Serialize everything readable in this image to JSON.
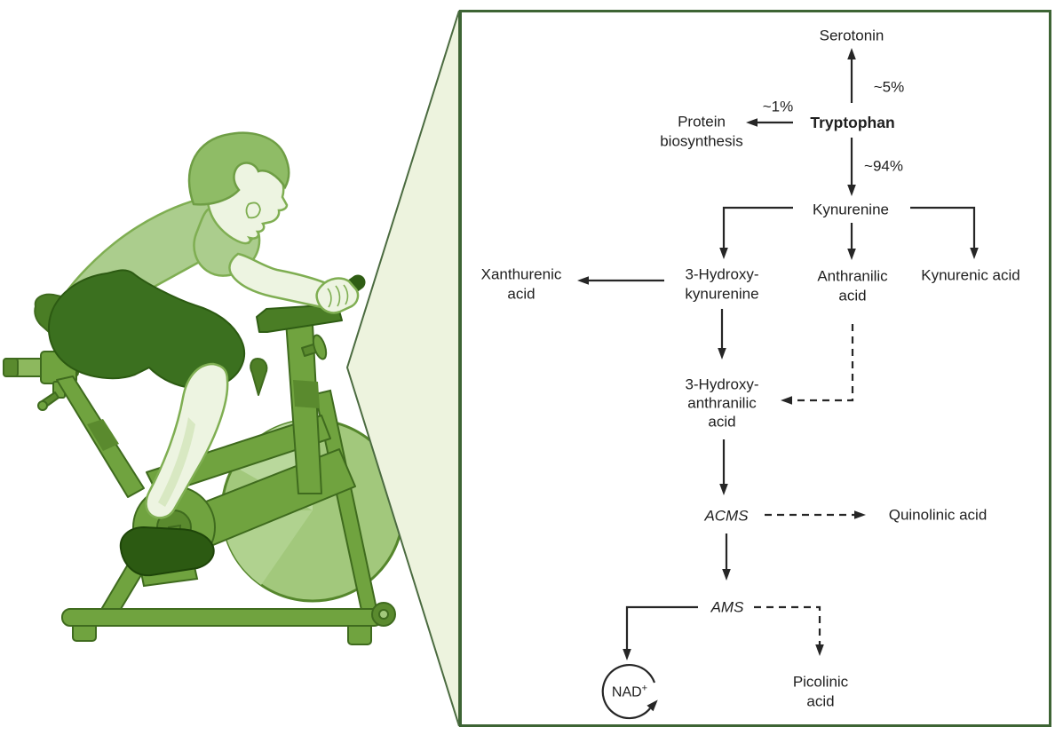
{
  "figure": {
    "left_illustration": "boy-riding-stationary-exercise-bike",
    "panel": "tryptophan-kynurenine-metabolic-pathway"
  },
  "pathway": {
    "percent_serotonin": "~5%",
    "percent_protein": "~1%",
    "percent_kynurenine": "~94%",
    "nodes": {
      "serotonin": "Serotonin",
      "protein_biosynthesis": [
        "Protein",
        "biosynthesis"
      ],
      "tryptophan": "Tryptophan",
      "kynurenine": "Kynurenine",
      "xanthurenic_acid": [
        "Xanthurenic",
        "acid"
      ],
      "hydroxykynurenine": [
        "3-Hydroxy-",
        "kynurenine"
      ],
      "anthranilic_acid": [
        "Anthranilic",
        "acid"
      ],
      "kynurenic_acid": "Kynurenic acid",
      "hydroxyanthranilic_acid": [
        "3-Hydroxy-",
        "anthranilic",
        "acid"
      ],
      "acms": "ACMS",
      "quinolinic_acid": "Quinolinic acid",
      "ams": "AMS",
      "nad": "NAD",
      "nad_superscript": "+",
      "picolinic_acid": [
        "Picolinic",
        "acid"
      ]
    }
  },
  "colors": {
    "panel_border": "#3d6434",
    "panel_background": "#ffffff",
    "wedge_fill": "#edf3de",
    "wedge_border": "#4b6b40",
    "diagram_text": "#1f1f1f",
    "arrow": "#262626",
    "bike_frame_green": "#70a33f",
    "bike_frame_dark": "#5a8a2e",
    "flywheel_green": "#a2c87c",
    "shirt_green": "#abcd8d",
    "hair_green": "#8fbc66",
    "skin_pale": "#edf4e1",
    "shorts_dark": "#3b701f",
    "shoe_dark": "#2c5a12"
  }
}
